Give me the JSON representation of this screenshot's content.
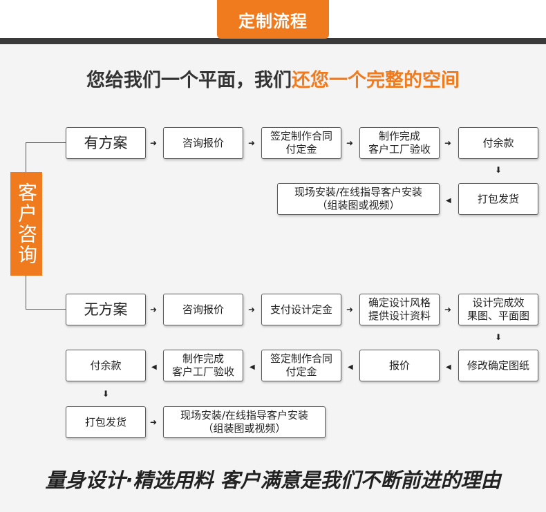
{
  "header": {
    "title": "定制流程"
  },
  "slogan": {
    "part1": "您给我们一个平面，我们",
    "part2": "还您一个完整的空间"
  },
  "side_label": "客户咨询",
  "flow_with_plan": {
    "start": "有方案",
    "steps": [
      "咨询报价",
      "签定制作合同\n付定金",
      "制作完成\n客户工厂验收",
      "付余款",
      "打包发货",
      "现场安装/在线指导客户安装\n（组装图或视频）"
    ]
  },
  "flow_without_plan": {
    "start": "无方案",
    "steps": [
      "咨询报价",
      "支付设计定金",
      "确定设计风格\n提供设计资料",
      "设计完成效\n果图、平面图",
      "修改确定图纸",
      "报价",
      "签定制作合同\n付定金",
      "制作完成\n客户工厂验收",
      "付余款",
      "打包发货",
      "现场安装/在线指导客户安装\n（组装图或视频）"
    ]
  },
  "footer": {
    "tagline": "量身设计·精选用料  客户满意是我们不断前进的理由"
  },
  "colors": {
    "accent": "#f07b1f",
    "dark": "#3a3a3a"
  }
}
